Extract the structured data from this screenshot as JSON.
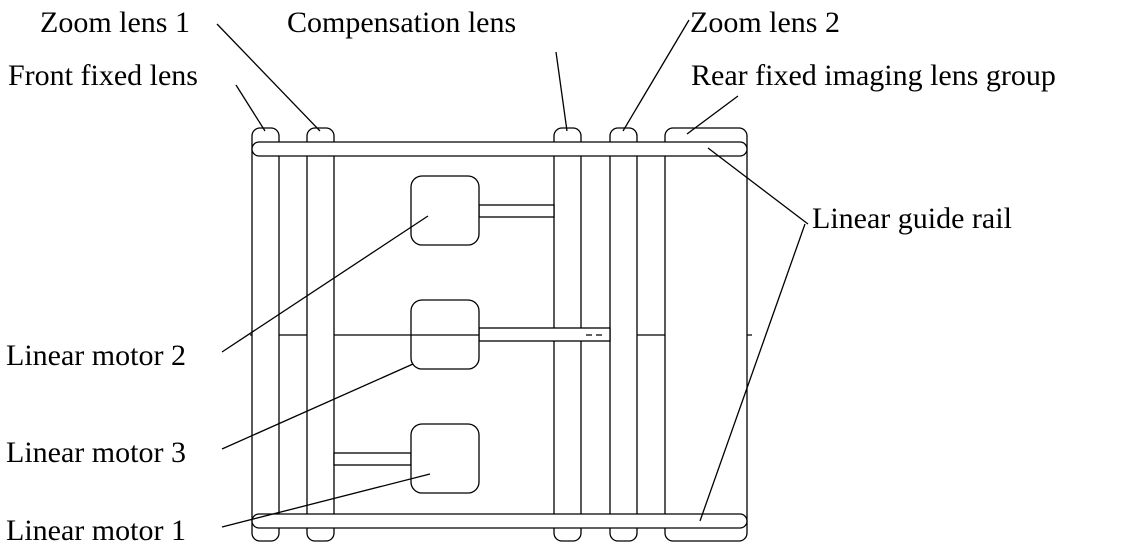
{
  "labels": {
    "zoom_lens_1": "Zoom lens 1",
    "compensation_lens": "Compensation lens",
    "zoom_lens_2": "Zoom lens 2",
    "front_fixed_lens": "Front fixed lens",
    "rear_fixed_group": "Rear fixed imaging lens group",
    "linear_guide_rail": "Linear guide rail",
    "linear_motor_2": "Linear motor 2",
    "linear_motor_3": "Linear motor 3",
    "linear_motor_1": "Linear motor 1"
  }
}
